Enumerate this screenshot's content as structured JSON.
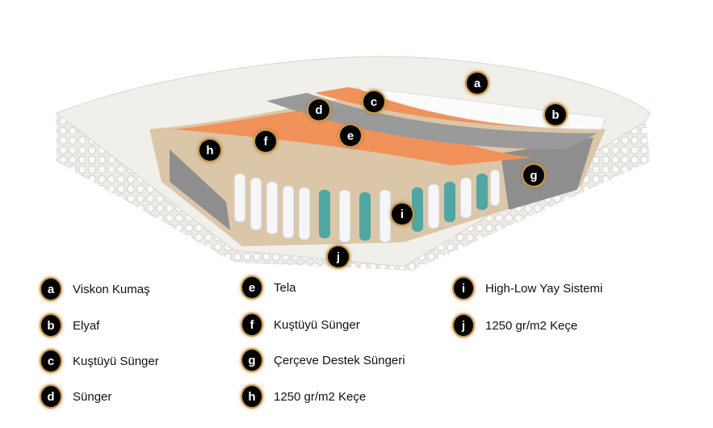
{
  "legend": [
    {
      "key": "a",
      "label": "Viskon Kumaş"
    },
    {
      "key": "b",
      "label": "Elyaf"
    },
    {
      "key": "c",
      "label": "Kuştüyü Sünger"
    },
    {
      "key": "d",
      "label": "Sünger"
    },
    {
      "key": "e",
      "label": "Tela"
    },
    {
      "key": "f",
      "label": "Kuştüyü Sünger"
    },
    {
      "key": "g",
      "label": "Çerçeve Destek Süngeri"
    },
    {
      "key": "h",
      "label": "1250 gr/m2 Keçe"
    },
    {
      "key": "i",
      "label": "High-Low Yay Sistemi"
    },
    {
      "key": "j",
      "label": "1250 gr/m2 Keçe"
    }
  ],
  "colors": {
    "foam_orange": "#f0925a",
    "felt": "#d9c3a6",
    "gray": "#8f8f8f",
    "spring_teal": "#4fa7a3",
    "marker_ring": "#c99a4a"
  }
}
